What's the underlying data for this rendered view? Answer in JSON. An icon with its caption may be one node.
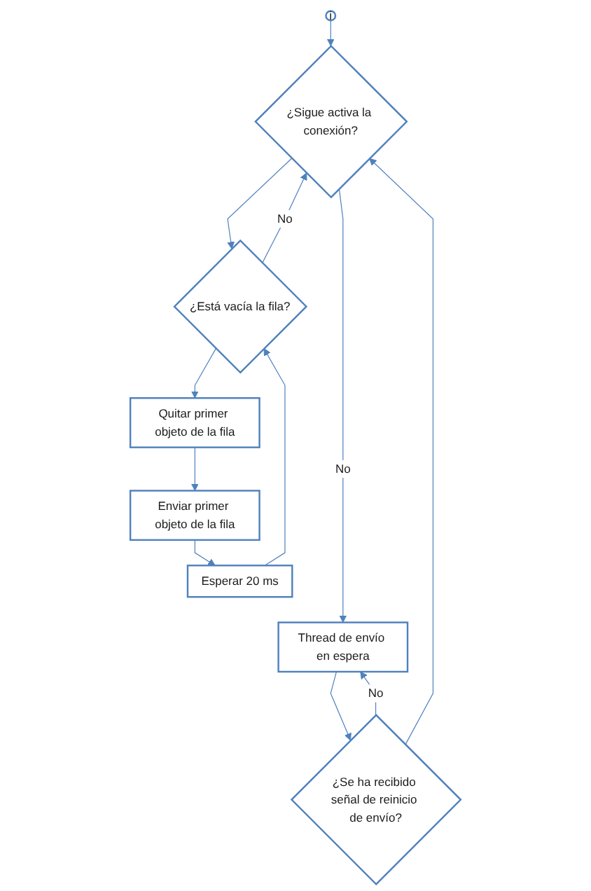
{
  "diagram": {
    "nodes": [
      {
        "text": [
          "i"
        ]
      },
      {
        "text": [
          "¿Sigue activa la conexión?"
        ]
      },
      {
        "text": [
          "¿Está vacía la fila?"
        ]
      },
      {
        "text": [
          "Quitar primer objeto de la fila"
        ]
      },
      {
        "text": [
          "Enviar primer objeto de la fila"
        ]
      },
      {
        "text": [
          "Esperar 20 ms"
        ]
      },
      {
        "text": [
          "Thread de envío en espera"
        ]
      },
      {
        "text": [
          "¿Se ha recibido señal de reinicio de envío?"
        ]
      }
    ],
    "edges": [
      {
        "from": 0,
        "to": 1,
        "arrow": "to"
      },
      {
        "from": 1,
        "to": 6,
        "label": "No",
        "arrow": "to"
      },
      {
        "from": 1,
        "to": 2,
        "arrow": "to"
      },
      {
        "from": 2,
        "to": 1,
        "label": "No",
        "arrow": "to"
      },
      {
        "from": 2,
        "to": 3,
        "arrow": "to"
      },
      {
        "from": 3,
        "to": 4,
        "arrow": "to"
      },
      {
        "from": 4,
        "to": 5,
        "arrow": "to"
      },
      {
        "from": 5,
        "to": 2,
        "arrow": "to"
      },
      {
        "from": 6,
        "to": 7,
        "arrow": "to"
      },
      {
        "from": 7,
        "to": 6,
        "label": "No",
        "arrow": "to"
      },
      {
        "from": 7,
        "to": 1,
        "arrow": "to"
      }
    ]
  }
}
